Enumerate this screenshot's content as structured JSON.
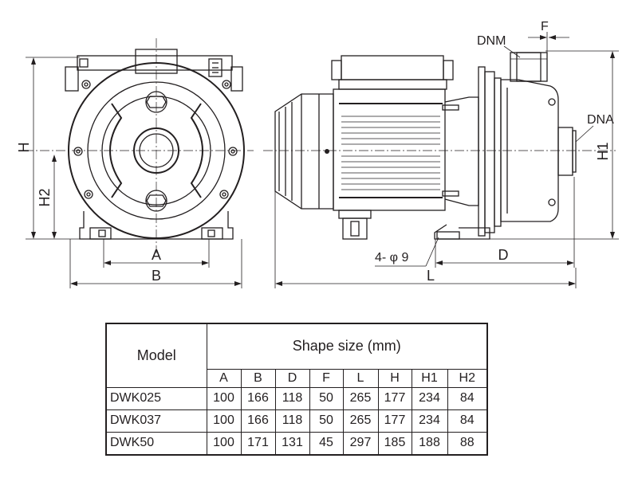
{
  "labels": {
    "h": "H",
    "h2": "H2",
    "a": "A",
    "b": "B",
    "dnm": "DNM",
    "f": "F",
    "dna": "DNA",
    "h1": "H1",
    "holes": "4- φ 9",
    "d": "D",
    "l": "L"
  },
  "table": {
    "model_header": "Model",
    "group_header": "Shape size (mm)",
    "columns": [
      "A",
      "B",
      "D",
      "F",
      "L",
      "H",
      "H1",
      "H2"
    ],
    "rows": [
      {
        "model": "DWK025",
        "values": [
          "100",
          "166",
          "118",
          "50",
          "265",
          "177",
          "234",
          "84"
        ]
      },
      {
        "model": "DWK037",
        "values": [
          "100",
          "166",
          "118",
          "50",
          "265",
          "177",
          "234",
          "84"
        ]
      },
      {
        "model": "DWK50",
        "values": [
          "100",
          "171",
          "131",
          "45",
          "297",
          "185",
          "188",
          "88"
        ]
      }
    ]
  }
}
